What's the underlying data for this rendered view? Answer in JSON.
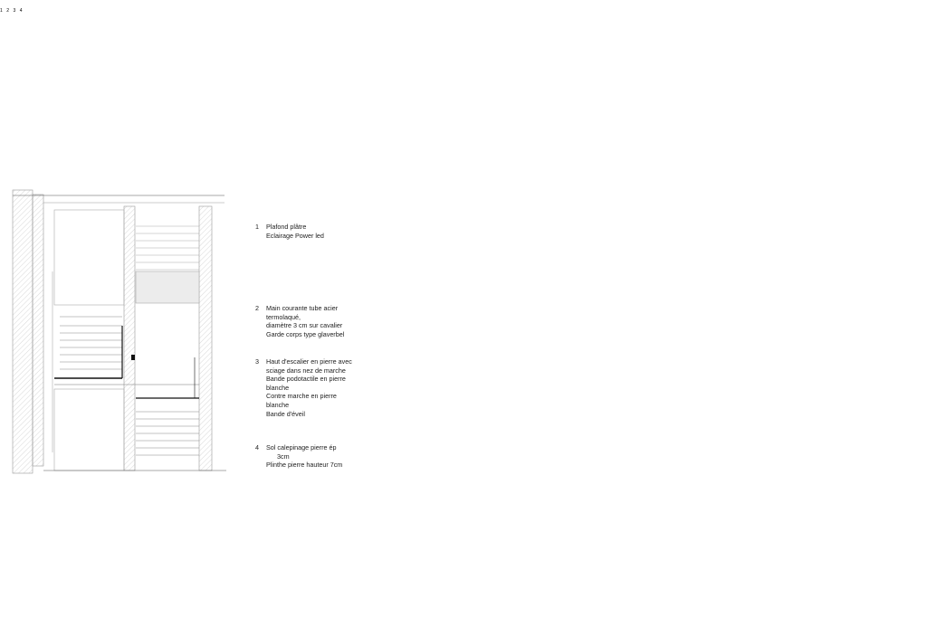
{
  "legend": [
    {
      "number": "1",
      "lines": [
        "Plafond plâtre",
        "Eclairage Power led"
      ]
    },
    {
      "number": "2",
      "lines": [
        "Main courante tube acier",
        "termolaqué,",
        "diamètre 3 cm sur cavalier",
        "Garde corps type glaverbel"
      ]
    },
    {
      "number": "3",
      "lines": [
        "Haut d'escalier en pierre avec",
        "sciage dans nez de marche",
        "Bande podotactile en pierre",
        "blanche",
        "Contre marche en pierre",
        "blanche",
        "Bande d'éveil"
      ]
    },
    {
      "number": "4",
      "lines": [
        "Sol calepinage pierre ép",
        "3cm",
        "Plinthe pierre hauteur 7cm"
      ]
    }
  ],
  "section_tags": [
    "1",
    "2",
    "3",
    "4"
  ],
  "colors": {
    "line": "#333333",
    "light_line": "#9a9a9a",
    "silhouette": "#6b6b6b",
    "hatch": "#bdbdbd"
  }
}
